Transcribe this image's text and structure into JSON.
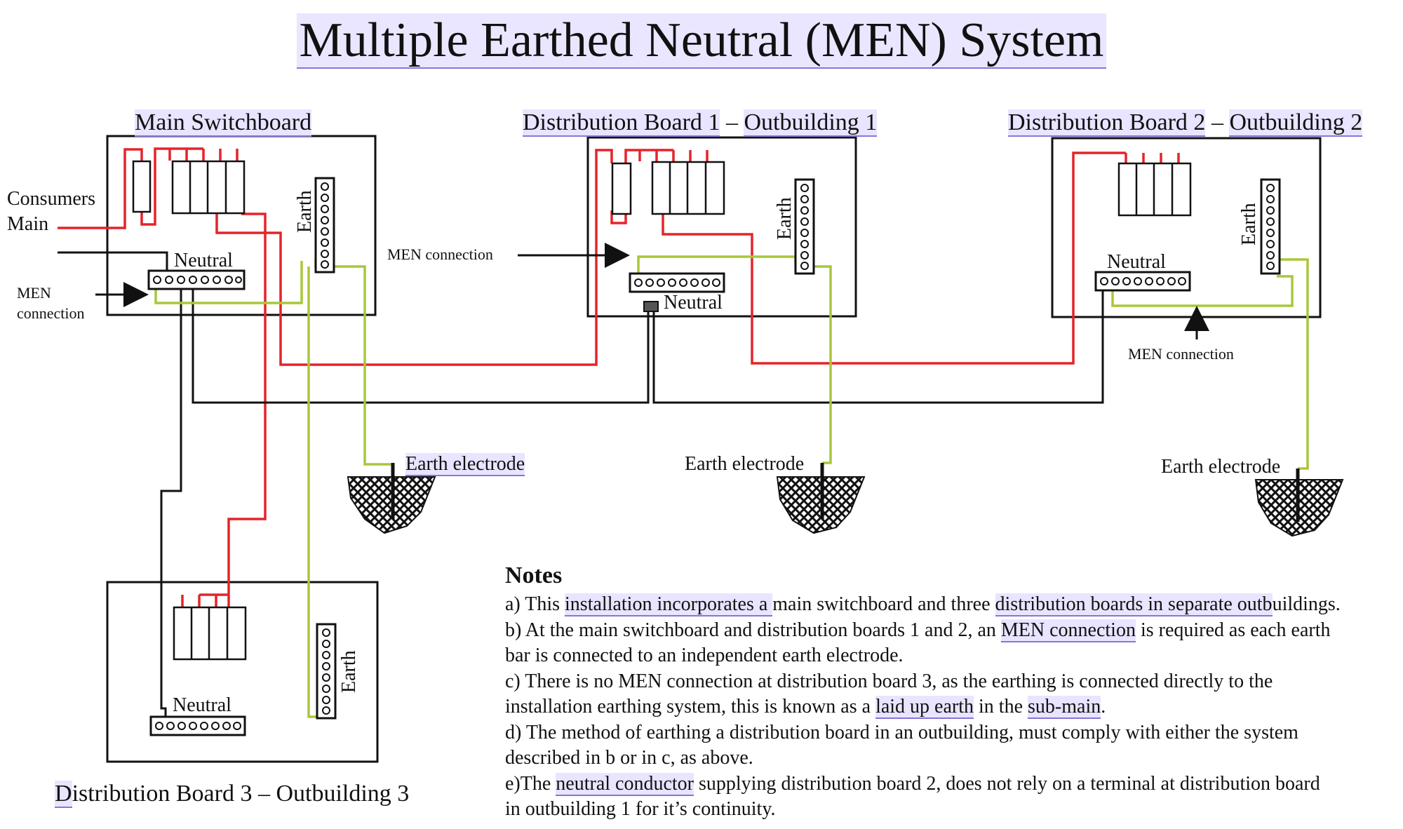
{
  "title": "Multiple Earthed Neutral (MEN) System",
  "boards": {
    "main": "Main Switchboard",
    "db1_a": "Distribution Board 1",
    "db1_dash": " – ",
    "db1_b": "Outbuilding 1",
    "db2_a": "Distribution Board 2",
    "db2_dash": " – ",
    "db2_b": "Outbuilding 2",
    "db3_first": "D",
    "db3_rest": "istribution Board 3 – Outbuilding 3"
  },
  "labels": {
    "consumers": "Consumers",
    "main": "Main",
    "neutral": "Neutral",
    "earth": "Earth",
    "men_left_1": "MEN",
    "men_left_2": "connection",
    "men_db1": "MEN connection",
    "men_db2": "MEN connection",
    "electrode": "Earth electrode"
  },
  "notes": {
    "heading": "Notes",
    "a1": "a) This ",
    "a2": "installation incorporates a ",
    "a3": "main switchboard and three ",
    "a4": "distribution boards in separate outb",
    "a5": "uildings.",
    "b1": "b) At the main switchboard and distribution boards 1 and 2, an ",
    "b2": "MEN connection",
    "b3": " is required as each earth",
    "b4": "bar is connected to an independent earth electrode.",
    "c1": "c) There is no MEN connection at distribution board 3, as the earthing is connected directly to the",
    "c2": "installation earthing system, this is known as a ",
    "c3": "laid up earth",
    "c4": " in the ",
    "c5": "sub-main",
    "c6": ".",
    "d1": "d) The method of earthing a distribution board in an outbuilding, must comply with either the system",
    "d2": "described in b or in c, as above.",
    "e1": "e)The ",
    "e2": "neutral conductor",
    "e3": " supplying distribution board 2, does not rely on a terminal at distribution board",
    "e4": "in outbuilding 1 for it’s continuity."
  },
  "colors": {
    "active": "#e4242a",
    "neutral": "#1a1a1a",
    "earth": "#a8c73a",
    "highlight": "#e9e4ff"
  }
}
